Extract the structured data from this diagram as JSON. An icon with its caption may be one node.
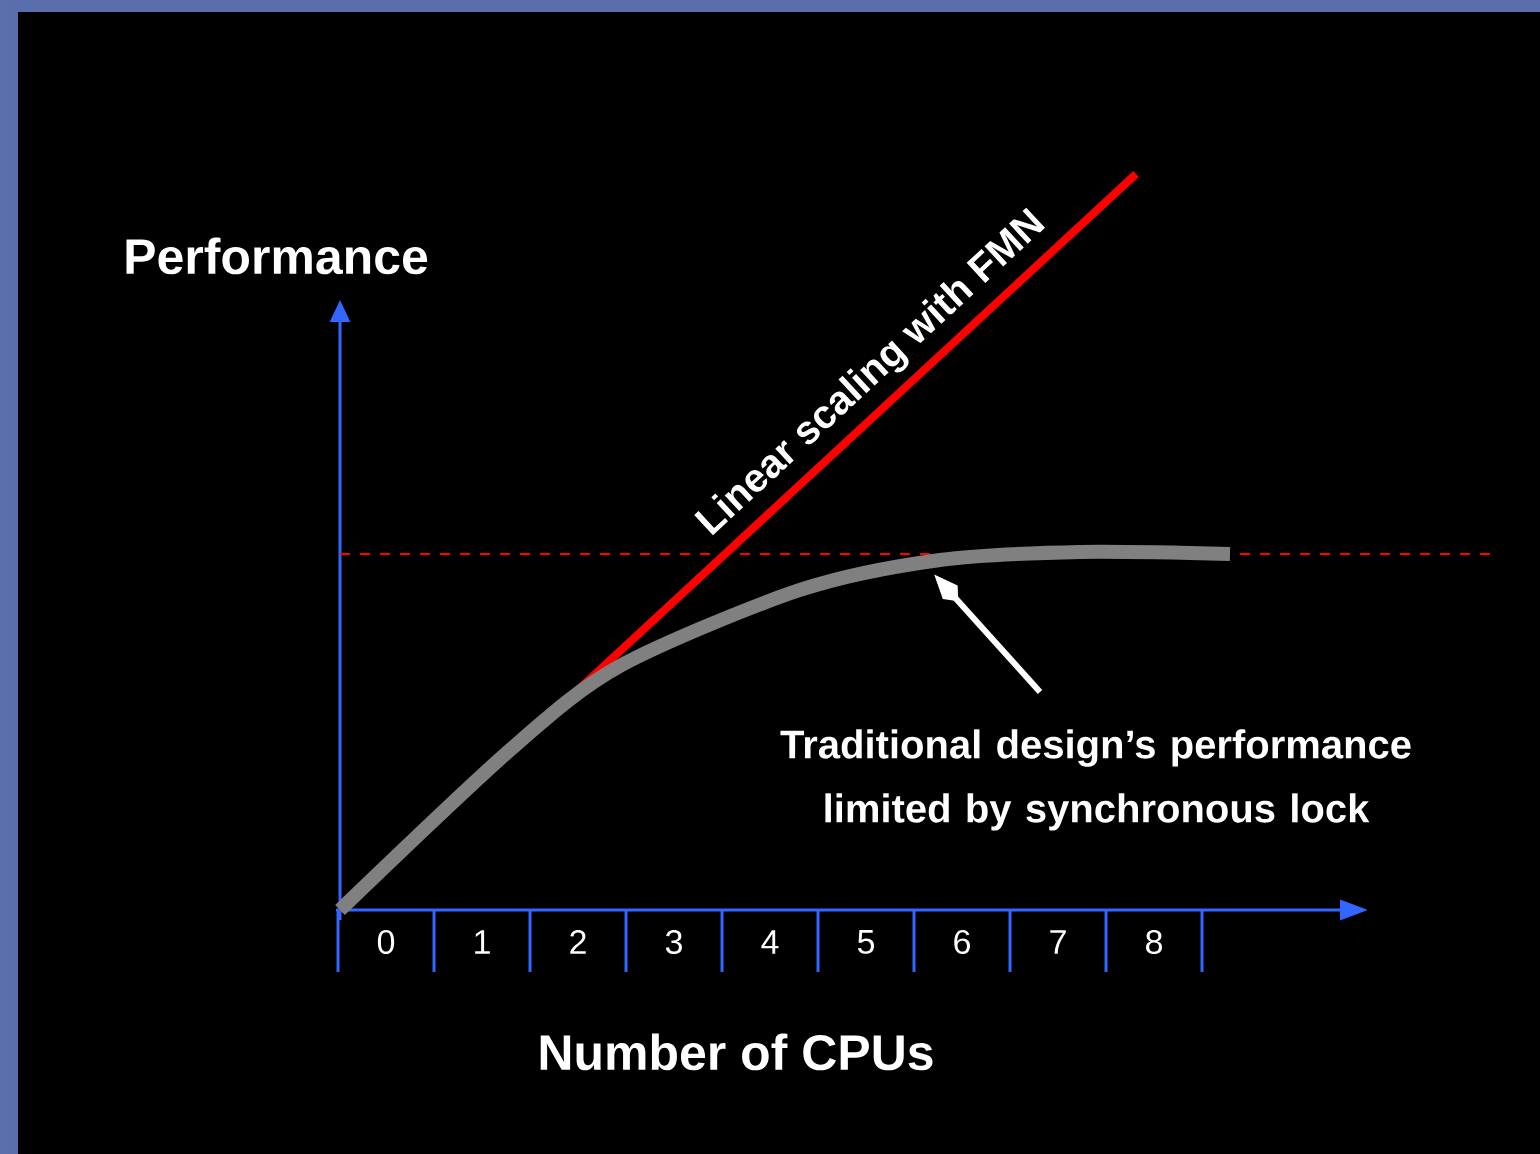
{
  "diagram": {
    "nodes": [
      {
        "text": [
          "Traditional design’s performance limited by synchronous lock"
        ]
      },
      {
        "text": [],
        "shape": "line"
      }
    ],
    "edges": [
      {
        "from": 0,
        "to": 1,
        "arrow": "to"
      }
    ],
    "labels": [
      "Performance",
      "Linear scaling with FMN",
      "0",
      "1",
      "2",
      "3",
      "4",
      "5",
      "6",
      "7",
      "8",
      "Number of CPUs"
    ]
  }
}
